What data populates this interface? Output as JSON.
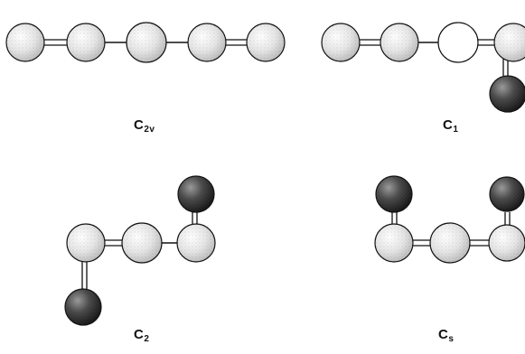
{
  "structures": [
    {
      "id": "c2v",
      "symbol": "C",
      "subscript": "2v"
    },
    {
      "id": "c1",
      "symbol": "C",
      "subscript": "1"
    },
    {
      "id": "c2",
      "symbol": "C",
      "subscript": "2"
    },
    {
      "id": "cs",
      "symbol": "C",
      "subscript": "s"
    }
  ],
  "colors": {
    "light_atom": "#f2f2f2",
    "dark_atom": "#2b2b2b",
    "outline": "#111111",
    "bond": "#111111"
  }
}
